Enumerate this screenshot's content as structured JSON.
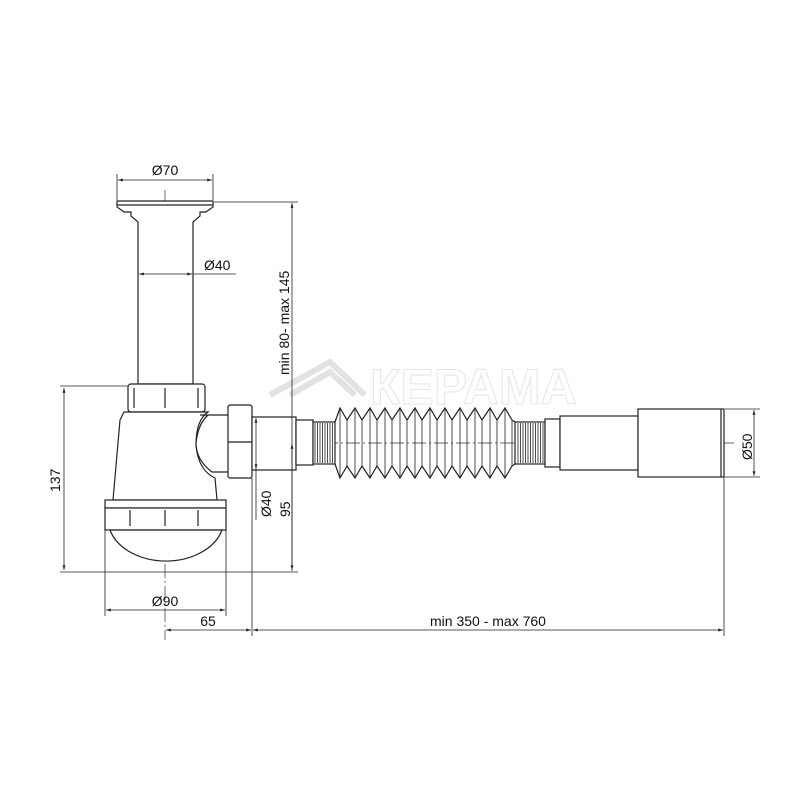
{
  "drawing": {
    "dimensions": {
      "top_flange_diameter": "Ø70",
      "pipe_diameter": "Ø40",
      "height_range": "min 80- max 145",
      "trap_height": "137",
      "bowl_diameter": "Ø90",
      "outlet_diameter": "Ø40",
      "outlet_height": "95",
      "offset": "65",
      "length_range": "min 350 - max 760",
      "end_diameter": "Ø50"
    },
    "watermark": "КЕРАМА"
  }
}
